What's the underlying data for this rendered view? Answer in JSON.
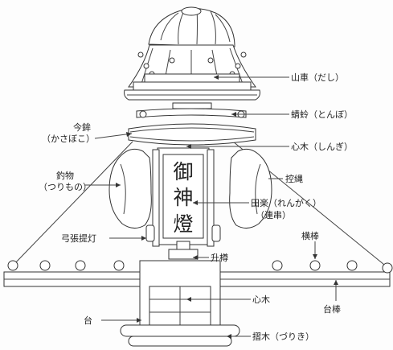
{
  "labels": {
    "dashi": "山車（だし）",
    "tonbo": "蜻蛉（とんぼ）",
    "kasaboko_1": "今鉾",
    "kasaboko_2": "（かさぼこ）",
    "shingi_top": "心木（しんぎ）",
    "tsurimono_1": "釣物",
    "tsurimono_2": "（つりもの）",
    "hikaenawa": "控縄",
    "dengaku_1": "田楽（れんがく）",
    "dengaku_2": "（連串）",
    "yumihari": "弓張提灯",
    "masudaru": "升樽",
    "yokobou": "横棒",
    "shingi_bottom": "心木",
    "daibou": "台棒",
    "dai": "台",
    "zuriki": "摺木（づりき）"
  },
  "lantern_chars": [
    "御",
    "神",
    "燈"
  ]
}
